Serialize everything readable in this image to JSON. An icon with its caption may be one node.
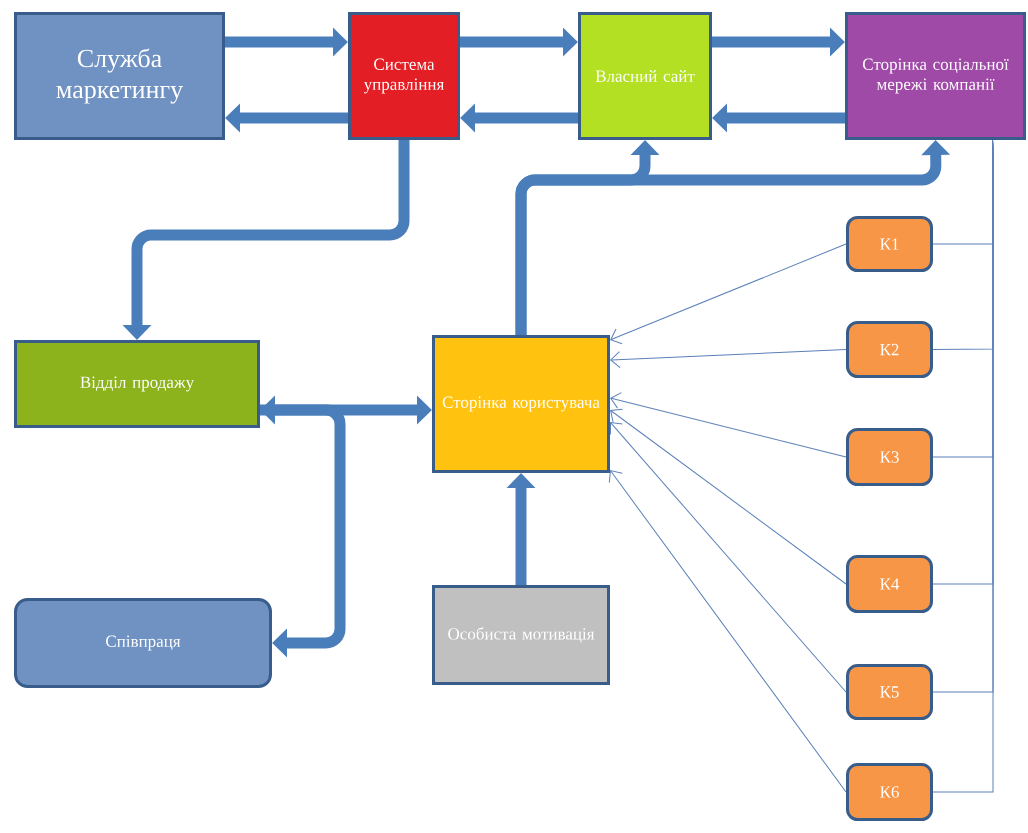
{
  "diagram": {
    "nodes": [
      {
        "text": [
          "Служба маркетингу"
        ]
      },
      {
        "text": [
          "Система управління"
        ]
      },
      {
        "text": [
          "Власний сайт"
        ]
      },
      {
        "text": [
          "Сторінка соціальної мережі компанії"
        ]
      },
      {
        "text": [
          "Відділ продажу"
        ]
      },
      {
        "text": [
          "Сторінка користувача"
        ]
      },
      {
        "text": [
          "Співпраця"
        ]
      },
      {
        "text": [
          "Особиста мотивація"
        ]
      },
      {
        "text": [
          "К1"
        ]
      },
      {
        "text": [
          "К2"
        ]
      },
      {
        "text": [
          "К3"
        ]
      },
      {
        "text": [
          "К4"
        ]
      },
      {
        "text": [
          "К5"
        ]
      },
      {
        "text": [
          "К6"
        ]
      }
    ],
    "edges": [
      {
        "from": 0,
        "to": 1,
        "arrow": "to",
        "style": "thick"
      },
      {
        "from": 1,
        "to": 0,
        "arrow": "to",
        "style": "thick"
      },
      {
        "from": 1,
        "to": 2,
        "arrow": "to",
        "style": "thick"
      },
      {
        "from": 2,
        "to": 1,
        "arrow": "to",
        "style": "thick"
      },
      {
        "from": 2,
        "to": 3,
        "arrow": "to",
        "style": "thick"
      },
      {
        "from": 3,
        "to": 2,
        "arrow": "to",
        "style": "thick"
      },
      {
        "from": 1,
        "to": 4,
        "arrow": "to",
        "style": "thick"
      },
      {
        "from": 4,
        "to": 5,
        "arrow": "both",
        "style": "thick"
      },
      {
        "from": 4,
        "to": 6,
        "arrow": "to",
        "style": "thick"
      },
      {
        "from": 5,
        "to": 2,
        "arrow": "to",
        "style": "thick"
      },
      {
        "from": 5,
        "to": 3,
        "arrow": "to",
        "style": "thick"
      },
      {
        "from": 7,
        "to": 5,
        "arrow": "to",
        "style": "thick"
      },
      {
        "from": 8,
        "to": 5,
        "arrow": "to"
      },
      {
        "from": 9,
        "to": 5,
        "arrow": "to"
      },
      {
        "from": 10,
        "to": 5,
        "arrow": "to"
      },
      {
        "from": 11,
        "to": 5,
        "arrow": "to"
      },
      {
        "from": 12,
        "to": 5,
        "arrow": "to"
      },
      {
        "from": 13,
        "to": 5,
        "arrow": "to"
      },
      {
        "from": 8,
        "to": 3,
        "arrow": "none"
      },
      {
        "from": 9,
        "to": 3,
        "arrow": "none"
      },
      {
        "from": 10,
        "to": 3,
        "arrow": "none"
      },
      {
        "from": 11,
        "to": 3,
        "arrow": "none"
      },
      {
        "from": 12,
        "to": 3,
        "arrow": "none"
      },
      {
        "from": 13,
        "to": 3,
        "arrow": "none"
      }
    ]
  }
}
